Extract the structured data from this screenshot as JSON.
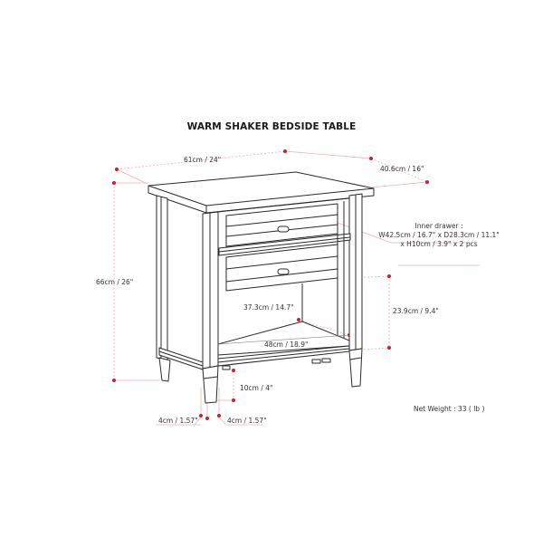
{
  "diagram": {
    "title": "WARM SHAKER BEDSIDE TABLE",
    "accent_color": "#cc1f2a",
    "line_color": "#2a2a2a",
    "dimension_line_color": "#e8b4b4"
  },
  "dimensions": {
    "width": "61cm / 24\"",
    "depth": "40.6cm / 16\"",
    "height": "66cm / 26\"",
    "inner_drawer_title": "Inner drawer :",
    "inner_drawer_line1": "W42.5cm / 16.7\" x D28.3cm / 11.1\"",
    "inner_drawer_line2": "x H10cm / 3.9\" x 2 pcs",
    "shelf_depth": "37.3cm / 14.7\"",
    "shelf_width": "48cm / 18.9\"",
    "shelf_height": "23.9cm / 9.4\"",
    "leg_clearance": "10cm / 4\"",
    "leg_width_left": "4cm / 1.57\"",
    "leg_width_right": "4cm / 1.57\""
  },
  "specs": {
    "net_weight": "Net Weight : 33 ( lb )"
  }
}
